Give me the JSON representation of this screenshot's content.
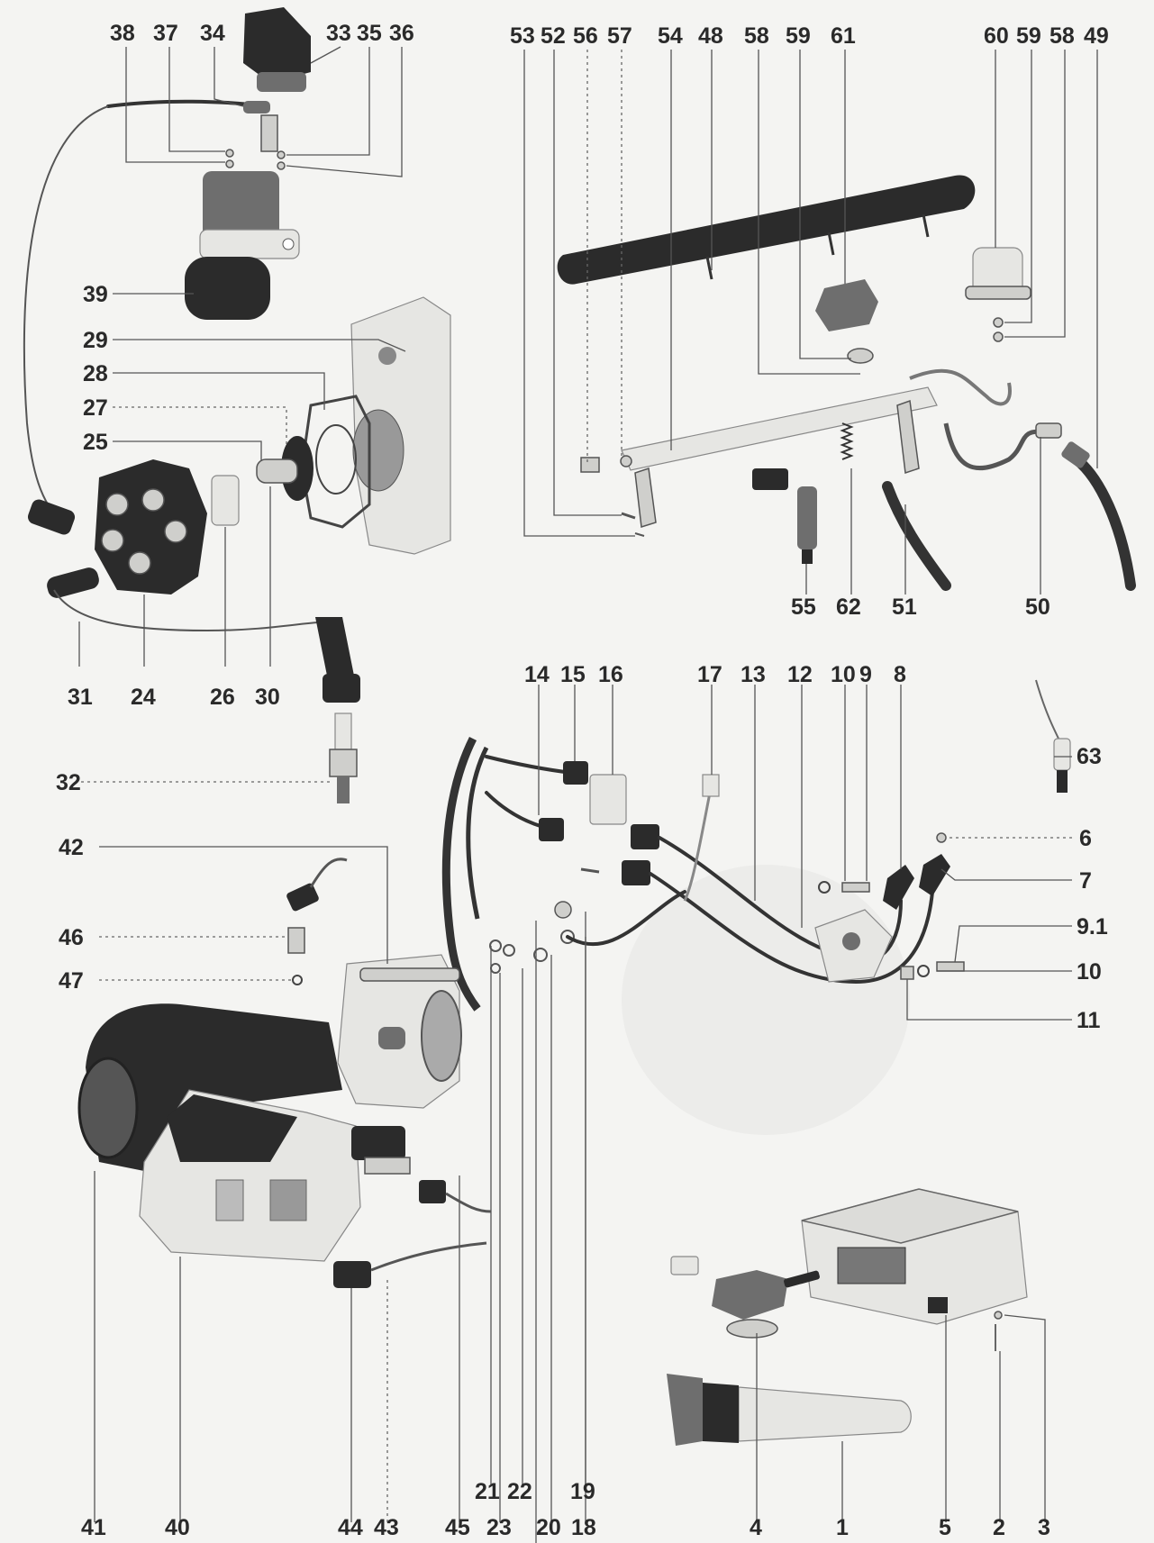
{
  "callouts": [
    {
      "id": "38",
      "text": "38"
    },
    {
      "id": "37",
      "text": "37"
    },
    {
      "id": "34",
      "text": "34"
    },
    {
      "id": "33",
      "text": "33"
    },
    {
      "id": "35",
      "text": "35"
    },
    {
      "id": "36",
      "text": "36"
    },
    {
      "id": "39",
      "text": "39"
    },
    {
      "id": "29",
      "text": "29"
    },
    {
      "id": "28",
      "text": "28"
    },
    {
      "id": "27",
      "text": "27"
    },
    {
      "id": "25",
      "text": "25"
    },
    {
      "id": "31",
      "text": "31"
    },
    {
      "id": "24",
      "text": "24"
    },
    {
      "id": "26",
      "text": "26"
    },
    {
      "id": "30",
      "text": "30"
    },
    {
      "id": "32",
      "text": "32"
    },
    {
      "id": "53",
      "text": "53"
    },
    {
      "id": "52",
      "text": "52"
    },
    {
      "id": "56",
      "text": "56"
    },
    {
      "id": "57",
      "text": "57"
    },
    {
      "id": "54",
      "text": "54"
    },
    {
      "id": "48",
      "text": "48"
    },
    {
      "id": "58a",
      "text": "58"
    },
    {
      "id": "59a",
      "text": "59"
    },
    {
      "id": "61",
      "text": "61"
    },
    {
      "id": "60",
      "text": "60"
    },
    {
      "id": "59b",
      "text": "59"
    },
    {
      "id": "58b",
      "text": "58"
    },
    {
      "id": "49",
      "text": "49"
    },
    {
      "id": "55",
      "text": "55"
    },
    {
      "id": "62",
      "text": "62"
    },
    {
      "id": "51",
      "text": "51"
    },
    {
      "id": "50",
      "text": "50"
    },
    {
      "id": "14",
      "text": "14"
    },
    {
      "id": "15",
      "text": "15"
    },
    {
      "id": "16",
      "text": "16"
    },
    {
      "id": "17",
      "text": "17"
    },
    {
      "id": "13",
      "text": "13"
    },
    {
      "id": "12",
      "text": "12"
    },
    {
      "id": "10a",
      "text": "10"
    },
    {
      "id": "9",
      "text": "9"
    },
    {
      "id": "8",
      "text": "8"
    },
    {
      "id": "63",
      "text": "63"
    },
    {
      "id": "6",
      "text": "6"
    },
    {
      "id": "7",
      "text": "7"
    },
    {
      "id": "9.1",
      "text": "9.1"
    },
    {
      "id": "10b",
      "text": "10"
    },
    {
      "id": "11",
      "text": "11"
    },
    {
      "id": "42",
      "text": "42"
    },
    {
      "id": "46",
      "text": "46"
    },
    {
      "id": "47",
      "text": "47"
    },
    {
      "id": "21",
      "text": "21"
    },
    {
      "id": "22",
      "text": "22"
    },
    {
      "id": "19",
      "text": "19"
    },
    {
      "id": "41",
      "text": "41"
    },
    {
      "id": "40",
      "text": "40"
    },
    {
      "id": "44",
      "text": "44"
    },
    {
      "id": "43",
      "text": "43"
    },
    {
      "id": "45",
      "text": "45"
    },
    {
      "id": "23",
      "text": "23"
    },
    {
      "id": "20",
      "text": "20"
    },
    {
      "id": "18",
      "text": "18"
    },
    {
      "id": "4",
      "text": "4"
    },
    {
      "id": "1",
      "text": "1"
    },
    {
      "id": "5",
      "text": "5"
    },
    {
      "id": "2",
      "text": "2"
    },
    {
      "id": "3",
      "text": "3"
    }
  ]
}
